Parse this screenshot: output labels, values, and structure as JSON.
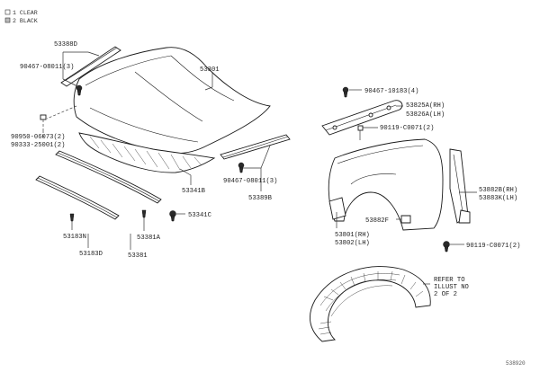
{
  "legend": {
    "item1": "1 CLEAR",
    "item2": "2 BLACK"
  },
  "labels": {
    "p53388D": "53388D",
    "p90467_08011_a": "90467-08011(3)",
    "p53301": "53301",
    "p90950": "90950-06073(2)",
    "p90333": "90333-25001(2)",
    "p53341B": "53341B",
    "p53341C": "53341C",
    "p90467_08011_b": "90467-08011(3)",
    "p53389B": "53389B",
    "p53183N": "53183N",
    "p53183D": "53183D",
    "p53381A": "53381A",
    "p53381": "53381",
    "p90467_10183": "90467-10183(4)",
    "p53825A": "53825A(RH)",
    "p53826A": "53826A(LH)",
    "p90119_C0071_a": "90119-C0071(2)",
    "p53882B": "53882B(RH)",
    "p53883K": "53883K(LH)",
    "p53882F": "53882F",
    "p53801": "53801(RH)",
    "p53802": "53802(LH)",
    "p90119_C0071_b": "90119-C0071(2)",
    "refer1": "REFER TO",
    "refer2": "ILLUST NO",
    "refer3": "2 OF 2"
  },
  "footer_code": "538920"
}
